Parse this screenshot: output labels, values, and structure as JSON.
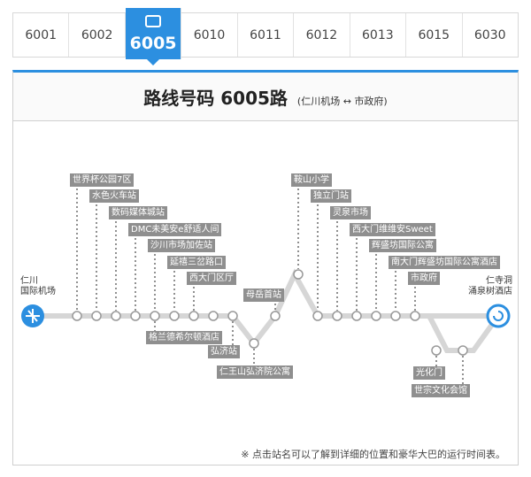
{
  "tabs": [
    "6001",
    "6002",
    "6005",
    "6010",
    "6011",
    "6012",
    "6013",
    "6015",
    "6030"
  ],
  "active_tab": "6005",
  "title": {
    "prefix": "路线号码",
    "number": "6005路",
    "route": "(仁川机场 ↔ 市政府)"
  },
  "endpoints": {
    "start": [
      "仁川",
      "国际机场"
    ],
    "end": [
      "仁寺洞",
      "涌泉树酒店"
    ]
  },
  "stops_upper": [
    "世界杯公园7区",
    "水色火车站",
    "数码媒体城站",
    "DMC未美安e舒适人间",
    "沙川市场加佐站",
    "延禧三岔路口",
    "西大门区厅"
  ],
  "stops_lower": [
    "格兰德希尔顿酒店",
    "弘济站",
    "仁王山弘济院公寓",
    "母岳首站"
  ],
  "stops_upper2": [
    "鞍山小学",
    "独立门站",
    "灵泉市场",
    "西大门维维安Sweet",
    "辉盛坊国际公寓",
    "南大门辉盛坊国际公寓酒店",
    "市政府"
  ],
  "stops_loop": [
    "光化门",
    "世宗文化会馆"
  ],
  "footer": "※ 点击站名可以了解到详细的位置和豪华大巴的运行时间表。",
  "colors": {
    "accent": "#2c8fe0",
    "label_bg": "#8f8f8f",
    "line": "#d6d6d6"
  }
}
